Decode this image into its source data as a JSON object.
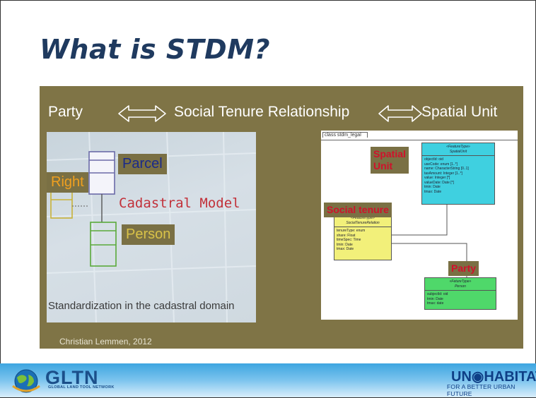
{
  "slide": {
    "title": "What is STDM?",
    "header": {
      "party": "Party",
      "str": "Social Tenure Relationship",
      "spatial": "Spatial Unit"
    },
    "left_image": {
      "parcel": "Parcel",
      "right": "Right",
      "person": "Person",
      "model": "Cadastral Model",
      "caption": "Standardization in the cadastral domain"
    },
    "credit": "Christian Lemmen, 2012",
    "diagram": {
      "tab": "class stdm_legal",
      "label_spatial_1": "Spatial",
      "label_spatial_2": "Unit",
      "label_social": "Social tenure",
      "label_party": "Party",
      "spatial_box": {
        "stereotype": "«FeatureType»",
        "name": "SpatialUnit",
        "attrs": [
          "objectId: oid",
          "useCode: enum [1..*]",
          "name: CharacterString [0..1]",
          "taxAmount: Integer [1..*]",
          "value: Integer [*]",
          "valueDate: Date [*]",
          "tmin: Date",
          "tmax: Date"
        ]
      },
      "str_box": {
        "stereotype": "«FeatureType»",
        "name": "SocialTenureRelation",
        "attrs": [
          "tenureType: enum",
          "share: Float",
          "timeSpec: Time",
          "tmin: Date",
          "tmax: Date"
        ]
      },
      "person_box": {
        "stereotype": "«FetureType»",
        "name": "Person",
        "attrs": [
          "subjectId: oid",
          "tmin: Date",
          "tmax: date"
        ]
      }
    },
    "footer": {
      "gltn": "GLTN",
      "gltn_sub": "GLOBAL LAND TOOL NETWORK",
      "unhabitat": "UN◉HABITAT",
      "unhabitat_sub": "FOR A BETTER URBAN FUTURE"
    }
  },
  "colors": {
    "panel": "#7f7446",
    "title": "#1f3a5f",
    "label_red": "#d0112b",
    "spatial_box": "#3fd0e0",
    "str_box": "#f2f07a",
    "person_box": "#4fd86a"
  }
}
